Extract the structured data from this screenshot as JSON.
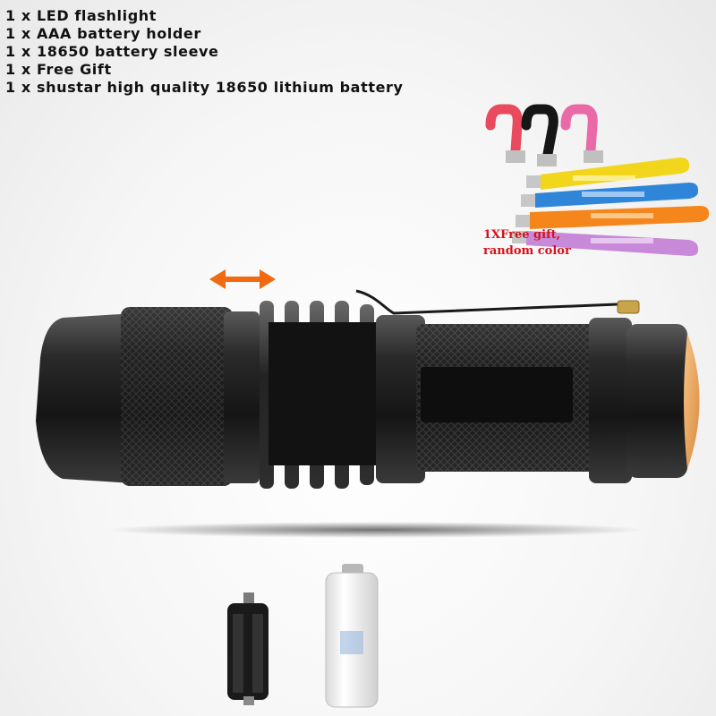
{
  "contents": [
    "1 x LED flashlight",
    "1 x AAA battery holder",
    "1 x 18650 battery sleeve",
    "1 x Free Gift",
    "1 x shustar high quality 18650 lithium battery"
  ],
  "gift_note": {
    "line1": "1XFree gift,",
    "line2": "random color"
  },
  "colors": {
    "text": "#111111",
    "gift_note": "#d4121c",
    "zoom_arrow": "#f26a10",
    "flashlight_body": "#1f1f1f",
    "lamp_rgb_1": "#e94a5e",
    "lamp_rgb_2": "#161616",
    "lamp_rgb_3": "#ea6aa8",
    "lamp_bar_1": "#f2d61c",
    "lamp_bar_2": "#2f86d8",
    "lamp_bar_3": "#f5861c",
    "lamp_bar_4": "#c88ad8"
  },
  "icons": {
    "zoom_arrow": "double-arrow-icon"
  }
}
